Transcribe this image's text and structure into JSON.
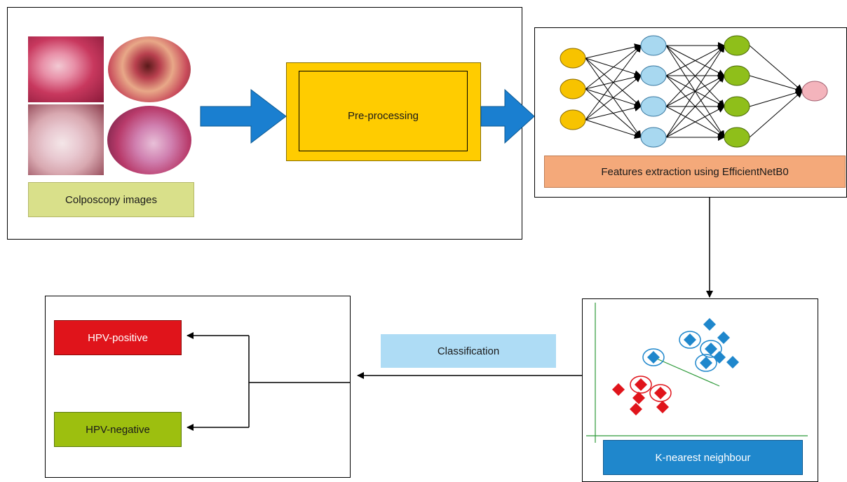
{
  "input": {
    "label": "Colposcopy images",
    "tiles": [
      {
        "name": "colposcopy-image-1",
        "base": "#c8385e",
        "light": "#f2c9d3",
        "dark": "#7a1a30"
      },
      {
        "name": "colposcopy-image-2",
        "base": "#b8404e",
        "light": "#e8a888",
        "dark": "#5a1a1a"
      },
      {
        "name": "colposcopy-image-3",
        "base": "#d8a8b0",
        "light": "#f4e6e8",
        "dark": "#8a3a4a"
      },
      {
        "name": "colposcopy-image-4",
        "base": "#b83a6a",
        "light": "#e8c0d8",
        "dark": "#5a1a3a"
      }
    ]
  },
  "preprocessing": {
    "label": "Pre-processing"
  },
  "feature_extraction": {
    "label": "Features extraction using EfficientNetB0"
  },
  "knn": {
    "label": "K-nearest neighbour"
  },
  "classification": {
    "label": "Classification"
  },
  "outputs": {
    "positive": "HPV-positive",
    "negative": "HPV-negative"
  },
  "colors": {
    "arrow_blue": "#1a7fd0",
    "preprocess_fill": "#ffcc00",
    "input_label_fill": "#d9e08a",
    "feature_label_fill": "#f4a97a",
    "knn_label_fill": "#1f87cc",
    "classification_fill": "#aedcf5",
    "positive_fill": "#e0141b",
    "negative_fill": "#9dbf0f",
    "nn_input": "#f7c300",
    "nn_hidden1": "#a8d8f0",
    "nn_hidden2": "#8fbf1a",
    "nn_output": "#f4b4bc",
    "knn_blue": "#1f87cc",
    "knn_red": "#e0141b",
    "knn_line": "#2e9a3a"
  }
}
